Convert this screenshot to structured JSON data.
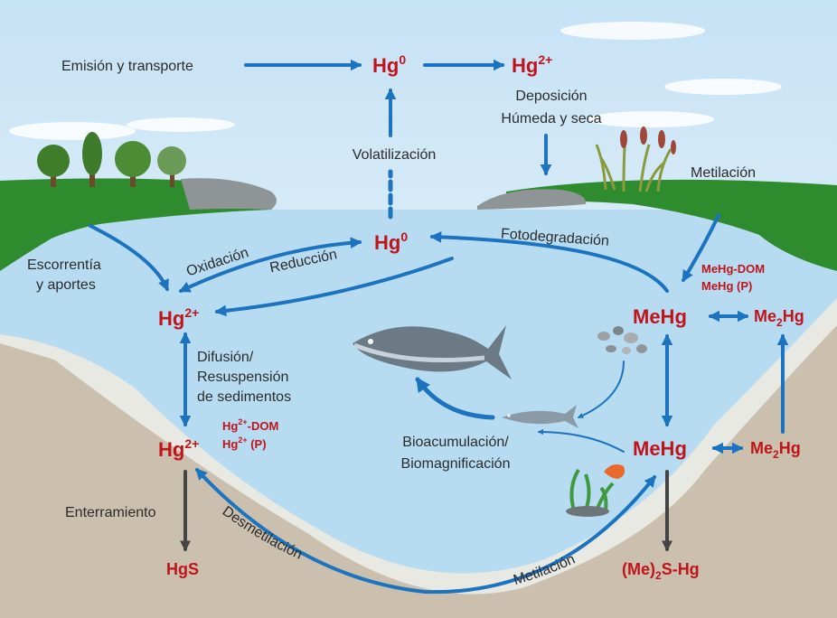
{
  "atmosphere": {
    "emission_label": "Emisión y transporte",
    "hg0_top": "Hg",
    "hg0_top_sup": "0",
    "hg2_top": "Hg",
    "hg2_top_sup": "2+",
    "deposition_line1": "Deposición",
    "deposition_line2": "Húmeda y seca",
    "volatilization_label": "Volatilización"
  },
  "land": {
    "methylation_label": "Metilación"
  },
  "water": {
    "runoff_line1": "Escorrentía",
    "runoff_line2": "y aportes",
    "oxidation_label": "Oxidación",
    "reduction_label": "Reducción",
    "hg0_water": "Hg",
    "hg0_water_sup": "0",
    "photodegradation_label": "Fotodegradación",
    "hg2_water": "Hg",
    "hg2_water_sup": "2+",
    "mehg_water": "MeHg",
    "mehg_dom": "MeHg-DOM",
    "mehg_p": "MeHg (P)",
    "me2hg_water_a": "Me",
    "me2hg_water_sub": "2",
    "me2hg_water_b": "Hg",
    "diffusion_line1": "Difusión/",
    "diffusion_line2": "Resuspensión",
    "diffusion_line3": "de sedimentos",
    "bioaccumulation_line1": "Bioacumulación/",
    "bioaccumulation_line2": "Biomagnificación"
  },
  "sediment": {
    "hg2_sed": "Hg",
    "hg2_sed_sup": "2+",
    "hg2_dom_a": "Hg",
    "hg2_dom_sup": "2+",
    "hg2_dom_b": "-DOM",
    "hg2_p_a": "Hg",
    "hg2_p_sup": "2+",
    "hg2_p_b": " (P)",
    "mehg_sed": "MeHg",
    "me2hg_sed_a": "Me",
    "me2hg_sed_sub": "2",
    "me2hg_sed_b": "Hg",
    "burial_label": "Enterramiento",
    "hgs_label": "HgS",
    "mes_a": "(Me)",
    "mes_sub": "2",
    "mes_b": "S-Hg",
    "demethylation_label": "Desmetilación",
    "methylation_bottom_label": "Metilación"
  },
  "colors": {
    "species": "#c0141b",
    "arrow": "#1c73bf",
    "burial_arrow": "#444444",
    "water": "#b7dcf2",
    "sediment": "#cbbfad",
    "sediment_layer": "#e9e9e4",
    "land": "#2e8b2e",
    "sky": "#dceef9"
  }
}
